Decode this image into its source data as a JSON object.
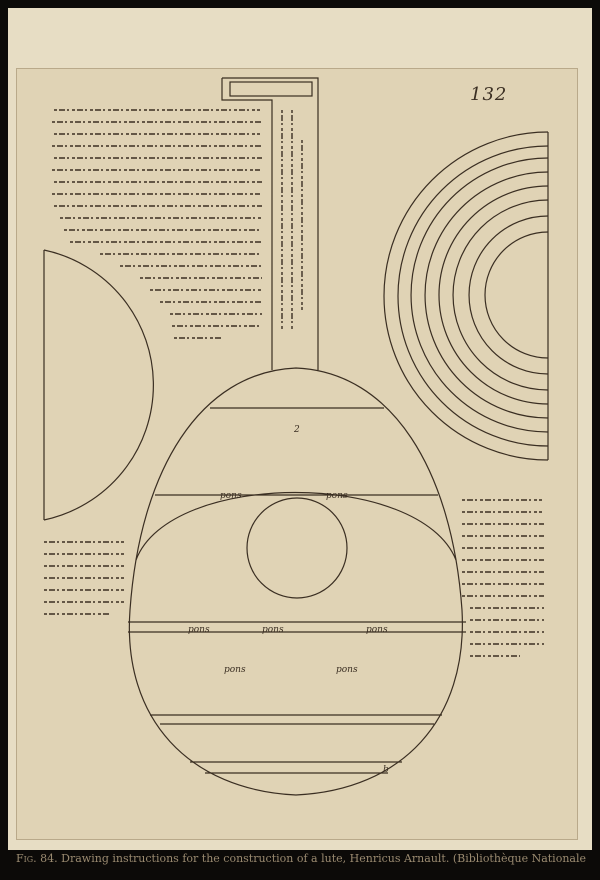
{
  "document": {
    "page_number": "132",
    "caption_figure": "Fig. 84.",
    "caption_text": "Drawing instructions for the construction of a lute, Henricus Arnault. (Bibliothèque Nationale, Paris)"
  },
  "labels": {
    "pons_top_left": "pons",
    "pons_top_right": "pons",
    "pons_mid_left": "pons",
    "pons_mid_center": "pons",
    "pons_mid_right": "pons",
    "pons_low_left": "pons",
    "pons_low_right": "pons",
    "mark_b": "b",
    "mark_2": "2"
  },
  "colors": {
    "ink": "#3a2e22",
    "paper": "#e0d3b5",
    "mount": "#e7ddc4",
    "frame": "#0c0a08"
  }
}
